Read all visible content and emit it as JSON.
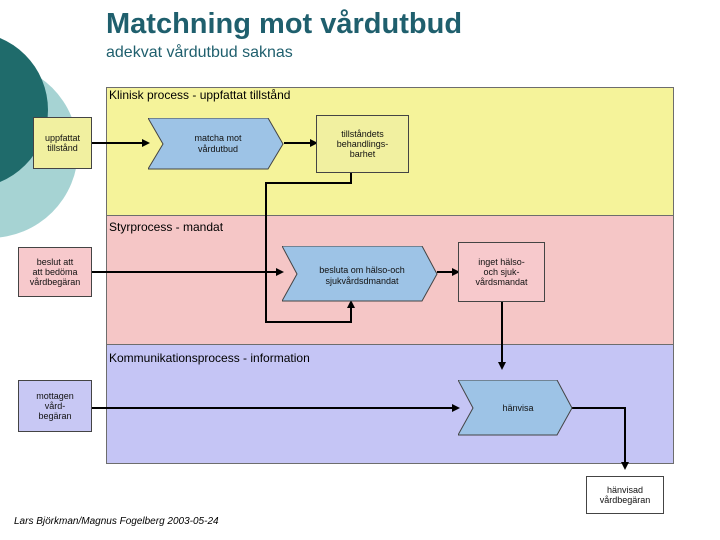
{
  "title": "Matchning mot vårdutbud",
  "subtitle": "adekvat vårdutbud saknas",
  "lanes": {
    "clinical": "Klinisk process - uppfattat tillstånd",
    "steering": "Styrprocess - mandat",
    "communication": "Kommunikationsprocess - information"
  },
  "boxes": {
    "uppfattat": [
      "uppfattat",
      "tillstånd"
    ],
    "matcha": [
      "matcha mot",
      "vårdutbud"
    ],
    "tillstandets": [
      "tillståndets",
      "behandlings-",
      "barhet"
    ],
    "beslut_att": [
      "beslut att",
      "att bedöma",
      "vårdbegäran"
    ],
    "besluta": [
      "besluta om hälso-och",
      "sjukvårdsdmandat"
    ],
    "inget": [
      "inget hälso-",
      "och sjuk-",
      "vårdsmandat"
    ],
    "mottagen": [
      "mottagen",
      "vård-",
      "begäran"
    ],
    "hanvisa": [
      "hänvisa"
    ],
    "hanvisad": [
      "hänvisad",
      "vårdbegäran"
    ]
  },
  "footer": "Lars Björkman/Magnus Fogelberg 2003-05-24",
  "colors": {
    "title": "#1f5f6d",
    "clinical_lane": "#f5f39a",
    "steering_lane": "#f5c6c6",
    "communication_lane": "#c5c5f5",
    "process_shape": "#9dc3e6",
    "deco_dark": "#1f6b6b",
    "deco_light": "#a6d3d3"
  }
}
